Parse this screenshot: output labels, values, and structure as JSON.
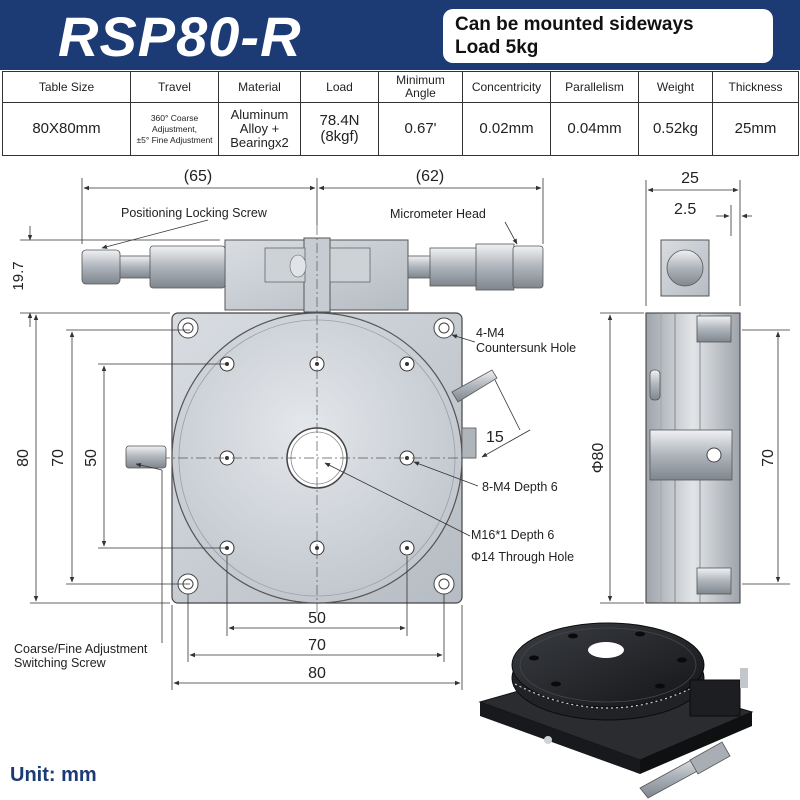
{
  "header": {
    "model": "RSP80-R",
    "note_line1": "Can be mounted sideways",
    "note_line2": "Load 5kg"
  },
  "colors": {
    "banner": "#1c3a73",
    "accent_text": "#1c3a73",
    "table_border": "#333333"
  },
  "spec_table": {
    "headers": [
      "Table Size",
      "Travel",
      "Material",
      "Load",
      "Minimum Angle",
      "Concentricity",
      "Parallelism",
      "Weight",
      "Thickness"
    ],
    "values": {
      "table_size": "80X80mm",
      "travel_line1": "360° Coarse",
      "travel_line2": "Adjustment,",
      "travel_line3": "±5° Fine Adjustment",
      "material_line1": "Aluminum",
      "material_line2": "Alloy +",
      "material_line3": "Bearingx2",
      "load_line1": "78.4N",
      "load_line2": "(8kgf)",
      "min_angle": "0.67'",
      "concentricity": "0.02mm",
      "parallelism": "0.04mm",
      "weight": "0.52kg",
      "thickness": "25mm"
    }
  },
  "drawing": {
    "dims": {
      "left_overhang": "(65)",
      "right_overhang": "(62)",
      "height_19_7": "19.7",
      "side_80": "80",
      "side_70": "70",
      "side_50": "50",
      "bottom_50": "50",
      "bottom_70": "70",
      "bottom_80": "80",
      "angle_15": "15",
      "width_25": "25",
      "width_2_5": "2.5",
      "diameter_80": "Φ80",
      "right_70": "70"
    },
    "callouts": {
      "locking_screw": "Positioning Locking Screw",
      "micrometer_head": "Micrometer Head",
      "countersunk_line1": "4-M4",
      "countersunk_line2": "Countersunk Hole",
      "tapped_holes": "8-M4 Depth 6",
      "center_thread": "M16*1 Depth 6",
      "through_hole": "Φ14 Through Hole",
      "switch_screw_line1": "Coarse/Fine Adjustment",
      "switch_screw_line2": "Switching Screw"
    }
  },
  "footer": {
    "unit": "Unit: mm"
  }
}
